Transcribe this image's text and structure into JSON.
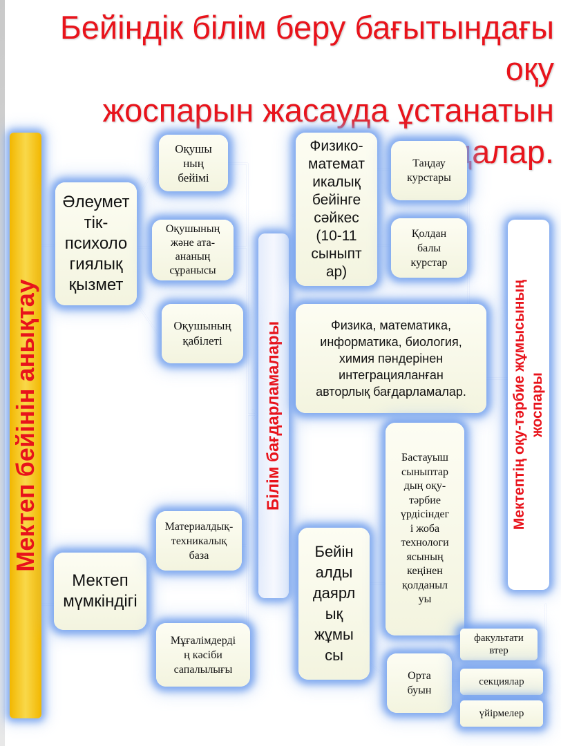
{
  "title_lines": [
    "Бейіндік білім беру бағытындағы оқу",
    "жоспарын жасауда ұстанатын",
    "қағидалар."
  ],
  "left_bar": "Мектеп бейінін анықтау",
  "center_bar": "Білім бағдарламалары",
  "right_bar_lines": [
    "Мектептің оқу-тәрбие жұмысының",
    "жоспары"
  ],
  "nodes": {
    "social": [
      "Әлеумет",
      "тік-",
      "психоло",
      "гиялық",
      "қызмет"
    ],
    "pupil_interest": [
      "Оқушы",
      "ның",
      "бейімі"
    ],
    "request": [
      "Оқушының",
      "және ата-",
      "ананың",
      "сұранысы"
    ],
    "ability": [
      "Оқушының",
      "қабілеті"
    ],
    "school_opp": [
      "Мектеп",
      "мүмкіндігі"
    ],
    "material": [
      "Материалдық-",
      "техникалық",
      "база"
    ],
    "teacher": [
      "Мұғалімдерді",
      "ң кәсіби",
      "сапалылығы"
    ],
    "physmath": [
      "Физико-",
      "математ",
      "икалық",
      "бейінге",
      "сәйкес",
      "(10-11",
      "сыныпт",
      "ар)"
    ],
    "elective": [
      "Таңдау",
      "курстары"
    ],
    "applied": [
      "Қолдан",
      "балы",
      "курстар"
    ],
    "integrated": [
      "Физика, математика,",
      "информатика, биология,",
      "химия пәндерінен",
      "интеграцияланған",
      "авторлық бағдарламалар."
    ],
    "preprofile": [
      "Бейін",
      "алды",
      "даярл",
      "ық",
      "жұмы",
      "сы"
    ],
    "primary": [
      "Бастауыш",
      "сыныптар",
      "дың оқу-",
      "тәрбие",
      "үрдісіндег",
      "і жоба",
      "технологи",
      "ясының",
      "кеңінен",
      "қолданыл",
      "уы"
    ],
    "middle": [
      "Орта",
      "буын"
    ],
    "faculty": [
      "факультати",
      "втер"
    ],
    "sections": [
      "секциялар"
    ],
    "circles": [
      "үйірмелер"
    ]
  },
  "colors": {
    "title": "#e8131b",
    "left_bar_fill": "#f6c91a",
    "left_bar_text": "#e8131b",
    "bar_text": "#e8131b",
    "glow": "#6496eb",
    "connector": "#ffffff"
  }
}
